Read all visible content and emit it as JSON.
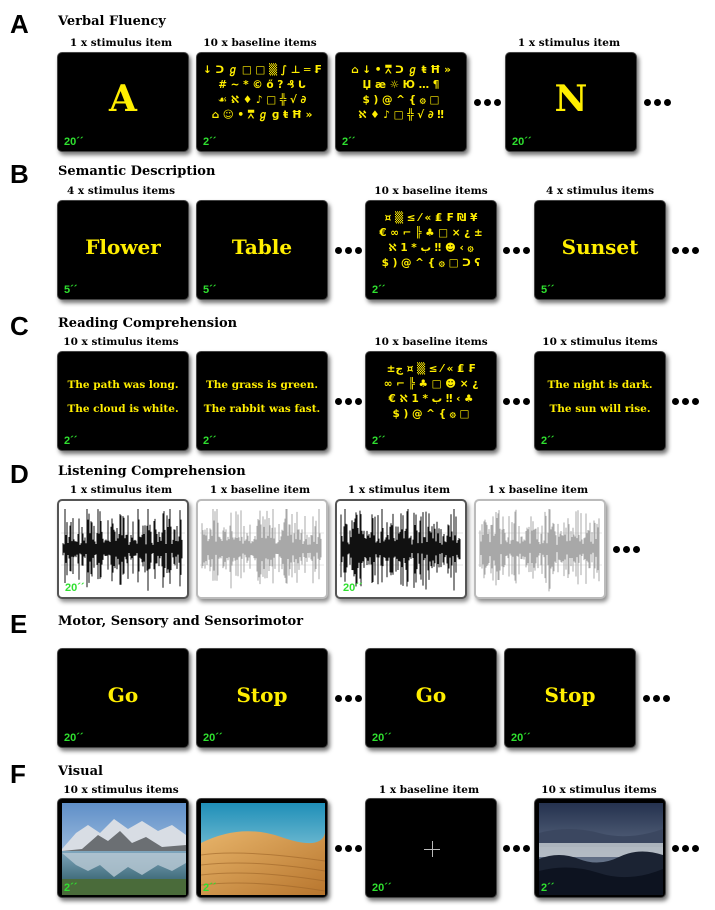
{
  "sections": {
    "A": {
      "letter": "A",
      "title": "Verbal Fluency",
      "caps": [
        "1 x stimulus item",
        "10 x baseline items",
        "1 x stimulus item"
      ],
      "panels": [
        {
          "text": "A",
          "time": "20´´"
        },
        {
          "symbols": [
            "↓ ᑐ ℊ □ □ ▒ ∫ ⊥ ═ ₣",
            "# ~ * © ő ? ₰ ᒐ",
            "☙ ℵ ♦ ♪ □ ╬ √ ∂",
            "⌂ ☺ • ⩞ ℊ ɡ ŧ Ħ »"
          ],
          "time": "2´´"
        },
        {
          "symbols": [
            "⌂ ↓ • ⩞ ᑐ ℊ ŧ Ħ »",
            "Џ æ ☼ Ю … ¶",
            "$ ) @ ^ { ۞ □",
            "ℵ ♦ ♪ □ ╬ √ ∂ ‼"
          ],
          "time": "2´´"
        },
        {
          "text": "N",
          "time": "20´´"
        }
      ]
    },
    "B": {
      "letter": "B",
      "title": "Semantic Description",
      "caps": [
        "4 x stimulus items",
        "10 x baseline items",
        "4 x stimulus items"
      ],
      "panels": [
        {
          "text": "Flower",
          "time": "5´´"
        },
        {
          "text": "Table",
          "time": "5´´"
        },
        {
          "symbols": [
            "¤ ▒ ≤ ⁄ « ₤ ₣ ₪ ¥",
            "€ ∞ ⌐ ╠ ♣ □ × ¿ ±",
            "ℵ ب * 1 ‼ ☻ ‹ ۞",
            "$ ) @ ^ { ۞ □ ᑐ ʕ"
          ],
          "time": "2´´"
        },
        {
          "text": "Sunset",
          "time": "5´´"
        }
      ]
    },
    "C": {
      "letter": "C",
      "title": "Reading Comprehension",
      "caps": [
        "10 x stimulus items",
        "10 x baseline items",
        "10 x stimulus items"
      ],
      "panels": [
        {
          "line1": "The path was long.",
          "line2": "The cloud is white.",
          "time": "2´´"
        },
        {
          "line1": "The grass is green.",
          "line2": "The rabbit was fast.",
          "time": "2´´"
        },
        {
          "symbols": [
            "±ج ¤ ▒ ≤ ⁄ « ₤ ₣",
            "∞ ⌐ ╠ ♣ □ ☻ × ¿",
            "€ ℵ ب * 1 ‼ ‹ ♣",
            "$ ) @ ^ { ۞ □"
          ],
          "time": "2´´"
        },
        {
          "line1": "The night is dark.",
          "line2": "The sun will rise.",
          "time": "2´´"
        }
      ]
    },
    "D": {
      "letter": "D",
      "title": "Listening Comprehension",
      "caps": [
        "1 x stimulus item",
        "1 x baseline item",
        "1 x stimulus item",
        "1 x baseline item"
      ],
      "times": [
        "20´´",
        "20´´"
      ]
    },
    "E": {
      "letter": "E",
      "title": "Motor, Sensory and Sensorimotor",
      "panels": [
        {
          "text": "Go",
          "time": "20´´"
        },
        {
          "text": "Stop",
          "time": "20´´"
        },
        {
          "text": "Go",
          "time": "20´´"
        },
        {
          "text": "Stop",
          "time": "20´´"
        }
      ]
    },
    "F": {
      "letter": "F",
      "title": "Visual",
      "caps": [
        "10 x stimulus items",
        "1 x baseline item",
        "10 x stimulus items"
      ],
      "times": [
        "2´´",
        "2´´",
        "20´´",
        "2´´"
      ]
    }
  },
  "colors": {
    "stimulus_text": "#ffee00",
    "timer": "#2fe02f",
    "panel_bg": "#000000",
    "wave_dark": "#111111",
    "wave_light": "#a8a8a8"
  }
}
